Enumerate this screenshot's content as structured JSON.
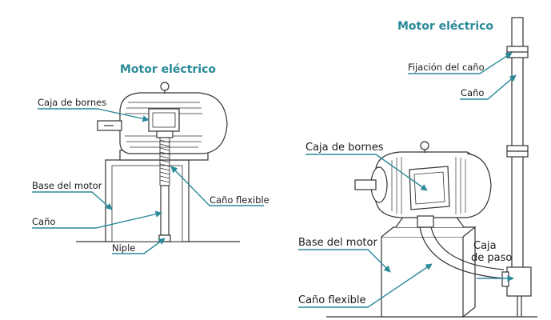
{
  "colors": {
    "accent": "#2a8a98",
    "ink": "#1a1a1a",
    "stroke": "#333333"
  },
  "left": {
    "title": "Motor eléctrico",
    "labels": {
      "caja_de_bornes": "Caja de bornes",
      "base_del_motor": "Base del motor",
      "cano": "Caño",
      "niple": "Niple",
      "cano_flexible": "Caño flexible"
    }
  },
  "right": {
    "title": "Motor eléctrico",
    "labels": {
      "fijacion_del_cano": "Fijación del caño",
      "cano": "Caño",
      "caja_de_bornes": "Caja de bornes",
      "base_del_motor": "Base del motor",
      "caja_de_paso_1": "Caja",
      "caja_de_paso_2": "de paso",
      "cano_flexible": "Caño flexible"
    }
  }
}
